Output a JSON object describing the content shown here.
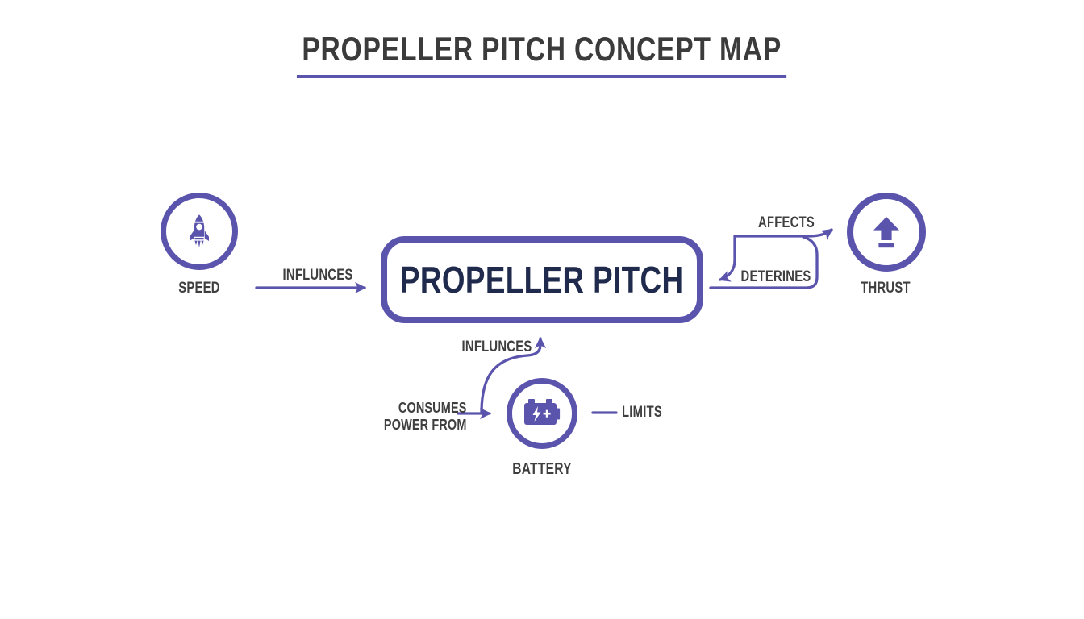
{
  "title": {
    "text": "PROPELLER PITCH CONCEPT MAP"
  },
  "colors": {
    "purple": "#5b54ad",
    "label": "#3f3f3f",
    "node_text": "#1f2a4d",
    "background": "#ffffff"
  },
  "center_node": {
    "label": "PROPELLER PITCH"
  },
  "nodes": {
    "speed": {
      "label": "SPEED",
      "icon": "rocket-icon"
    },
    "thrust": {
      "label": "THRUST",
      "icon": "up-arrow-icon"
    },
    "battery": {
      "label": "BATTERY",
      "icon": "battery-icon"
    }
  },
  "edges": {
    "speed_to_center": {
      "label": "INFLUNCES"
    },
    "center_to_thrust": {
      "label": "AFFECTS"
    },
    "thrust_to_center": {
      "label": "DETERINES"
    },
    "battery_to_center": {
      "label": "INFLUNCES"
    },
    "consumes_power": {
      "label_line1": "CONSUMES",
      "label_line2": "POWER FROM"
    },
    "battery_limits": {
      "label": "LIMITS"
    }
  }
}
